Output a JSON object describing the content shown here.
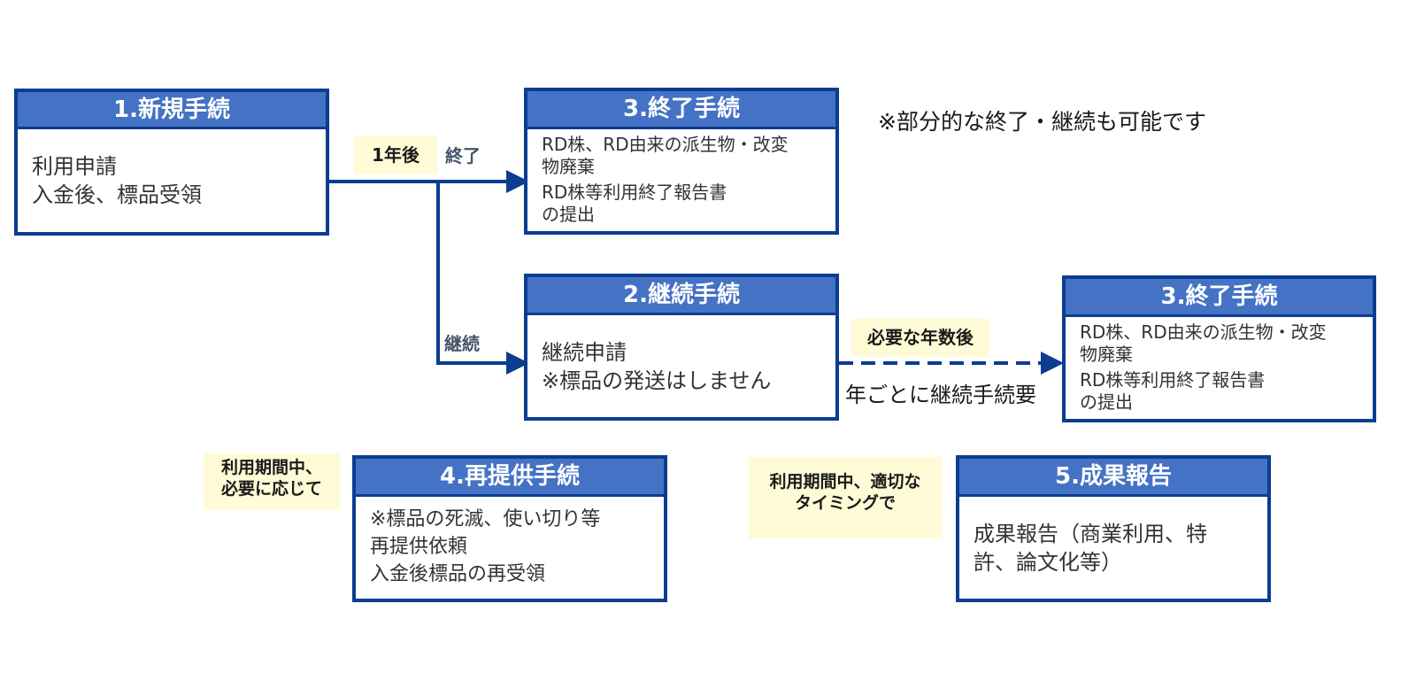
{
  "boxes": {
    "new": {
      "title": "1.新規手続",
      "lines": [
        "利用申請",
        "入金後、標品受領"
      ]
    },
    "end1": {
      "title": "3.終了手続",
      "lines": [
        "RD株、RD由来の派生物・改変",
        "物廃棄",
        "RD株等利用終了報告書",
        "の提出"
      ]
    },
    "cont": {
      "title": "2.継続手続",
      "lines": [
        "継続申請",
        "※標品の発送はしません"
      ]
    },
    "end2": {
      "title": "3.終了手続",
      "lines": [
        "RD株、RD由来の派生物・改変",
        "物廃棄",
        "RD株等利用終了報告書",
        "の提出"
      ]
    },
    "resupply": {
      "title": "4.再提供手続",
      "lines": [
        "※標品の死滅、使い切り等",
        "再提供依頼",
        "入金後標品の再受領"
      ]
    },
    "report": {
      "title": "5.成果報告",
      "lines": [
        "成果報告（商業利用、特",
        "許、論文化等）"
      ]
    }
  },
  "tags": {
    "after_one_year": "1年後",
    "after_years": "必要な年数後",
    "during_use_1": "利用期間中、",
    "during_use_2": "必要に応じて",
    "timing_1": "利用期間中、適切な",
    "timing_2": "タイミングで"
  },
  "labels": {
    "end": "終了",
    "continue": "継続"
  },
  "notes": {
    "partial": "※部分的な終了・継続も可能です",
    "yearly": "年ごとに継続手続要"
  },
  "colors": {
    "border": "#0b3d91",
    "header": "#4472c4",
    "tag_bg": "#fffbd6"
  }
}
